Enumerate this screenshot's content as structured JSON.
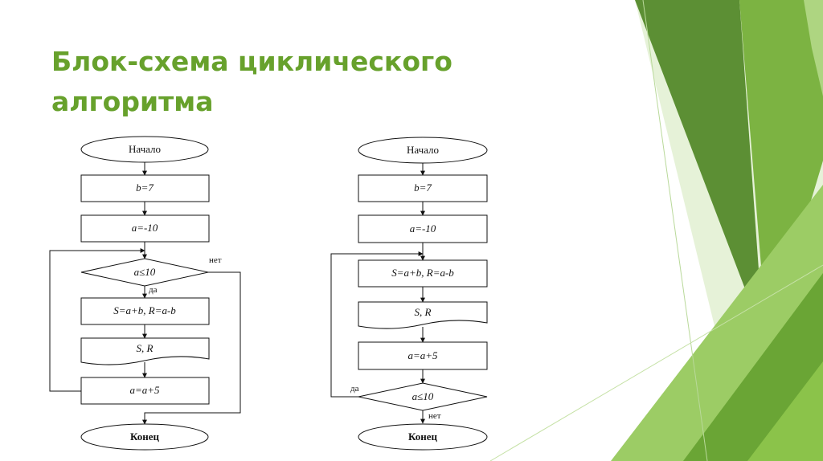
{
  "slide": {
    "title_line1": "Блок-схема циклического",
    "title_line2": "алгоритма"
  },
  "colors": {
    "title": "#67a12c",
    "accent_dark": "#4f8a2b",
    "accent_mid": "#7cb342",
    "accent_light": "#9ccc65",
    "accent_pale": "#dcedc8"
  },
  "flowchart_left": {
    "start": "Начало",
    "assign_b": "b=7",
    "assign_a": "a=-10",
    "condition": "a≤10",
    "yes_label": "да",
    "no_label": "нет",
    "compute": "S=a+b, R=a-b",
    "output": "S, R",
    "increment": "a=a+5",
    "end": "Конец"
  },
  "flowchart_right": {
    "start": "Начало",
    "assign_b": "b=7",
    "assign_a": "a=-10",
    "compute": "S=a+b, R=a-b",
    "output": "S, R",
    "increment": "a=a+5",
    "condition": "a≤10",
    "yes_label": "да",
    "no_label": "нет",
    "end": "Конец"
  }
}
